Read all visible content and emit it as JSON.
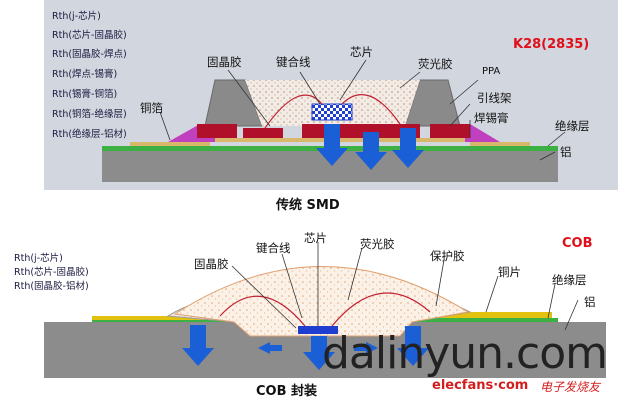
{
  "top": {
    "rth": [
      "Rth(j-芯片)",
      "Rth(芯片-固晶胶)",
      "Rth(固晶胶-焊点)",
      "Rth(焊点-锡膏)",
      "Rth(锡膏-铜箔)",
      "Rth(铜箔-绝缘层)",
      "Rth(绝缘层-铝材)"
    ],
    "badge": "K28(2835)",
    "labels": {
      "die_attach": "固晶胶",
      "bond_wire": "键合线",
      "chip": "芯片",
      "phosphor": "荧光胶",
      "ppa": "PPA",
      "lead_frame": "引线架",
      "copper_foil": "铜箔",
      "solder_paste": "焊锡膏",
      "insulation": "绝缘层",
      "aluminum": "铝"
    },
    "caption": "传统 SMD"
  },
  "bottom": {
    "rth": [
      "Rth(j-芯片)",
      "Rth(芯片-固晶胶)",
      "Rth(固晶胶-铝材)"
    ],
    "badge": "COB",
    "labels": {
      "die_attach": "固晶胶",
      "bond_wire": "键合线",
      "chip": "芯片",
      "phosphor": "荧光胶",
      "protect": "保护胶",
      "copper": "铜片",
      "insulation": "绝缘层",
      "aluminum": "铝"
    },
    "caption": "COB 封装"
  },
  "watermark": {
    "main": "dalinyun.com",
    "site": "elecfans·com",
    "site_cn": "电子发烧友"
  },
  "colors": {
    "substrate": "#8c8c8c",
    "green_layer": "#3cb043",
    "copper_layer": "#e2c10f",
    "lead_frame": "#b0102a",
    "arrow": "#1a5fd6",
    "solder": "#c040c0",
    "badge": "#e0101a"
  }
}
